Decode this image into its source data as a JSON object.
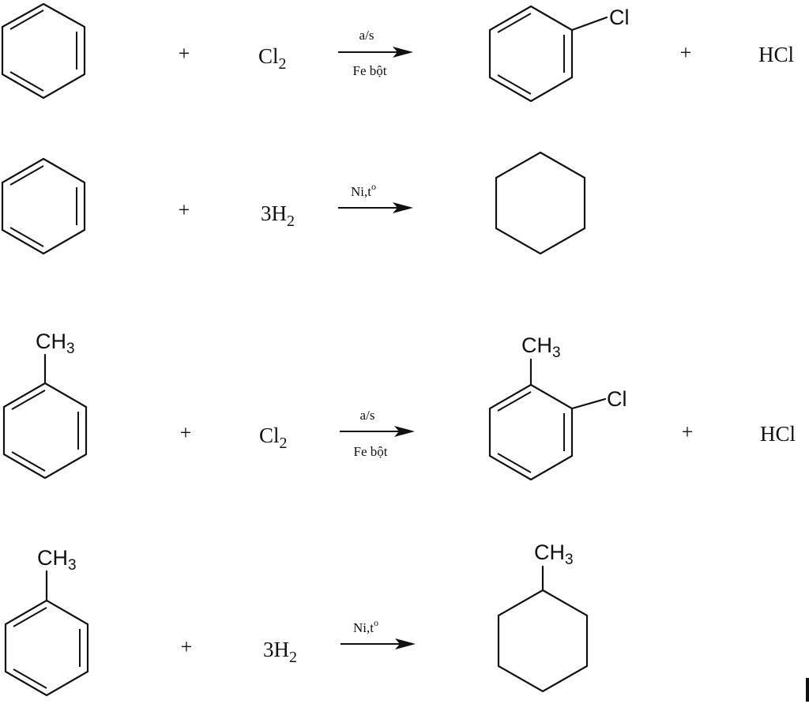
{
  "reactions": [
    {
      "plus_1": "+",
      "reagent": {
        "main": "Cl",
        "sub": "2"
      },
      "condition_top": "a/s",
      "condition_bottom": "Fe bột",
      "product_substituent": "Cl",
      "plus_2": "+",
      "byproduct": "HCl"
    },
    {
      "plus_1": "+",
      "reagent": {
        "main": "3H",
        "sub": "2"
      },
      "condition_top": "Ni,t",
      "condition_top_sup": "o"
    },
    {
      "reactant_substituent": {
        "main": "CH",
        "sub": "3"
      },
      "plus_1": "+",
      "reagent": {
        "main": "Cl",
        "sub": "2"
      },
      "condition_top": "a/s",
      "condition_bottom": "Fe bột",
      "product_substituent_top": {
        "main": "CH",
        "sub": "3"
      },
      "product_substituent_side": "Cl",
      "plus_2": "+",
      "byproduct": "HCl"
    },
    {
      "reactant_substituent": {
        "main": "CH",
        "sub": "3"
      },
      "plus_1": "+",
      "reagent": {
        "main": "3H",
        "sub": "2"
      },
      "condition_top": "Ni,t",
      "condition_top_sup": "o",
      "product_substituent": {
        "main": "CH",
        "sub": "3"
      }
    }
  ]
}
